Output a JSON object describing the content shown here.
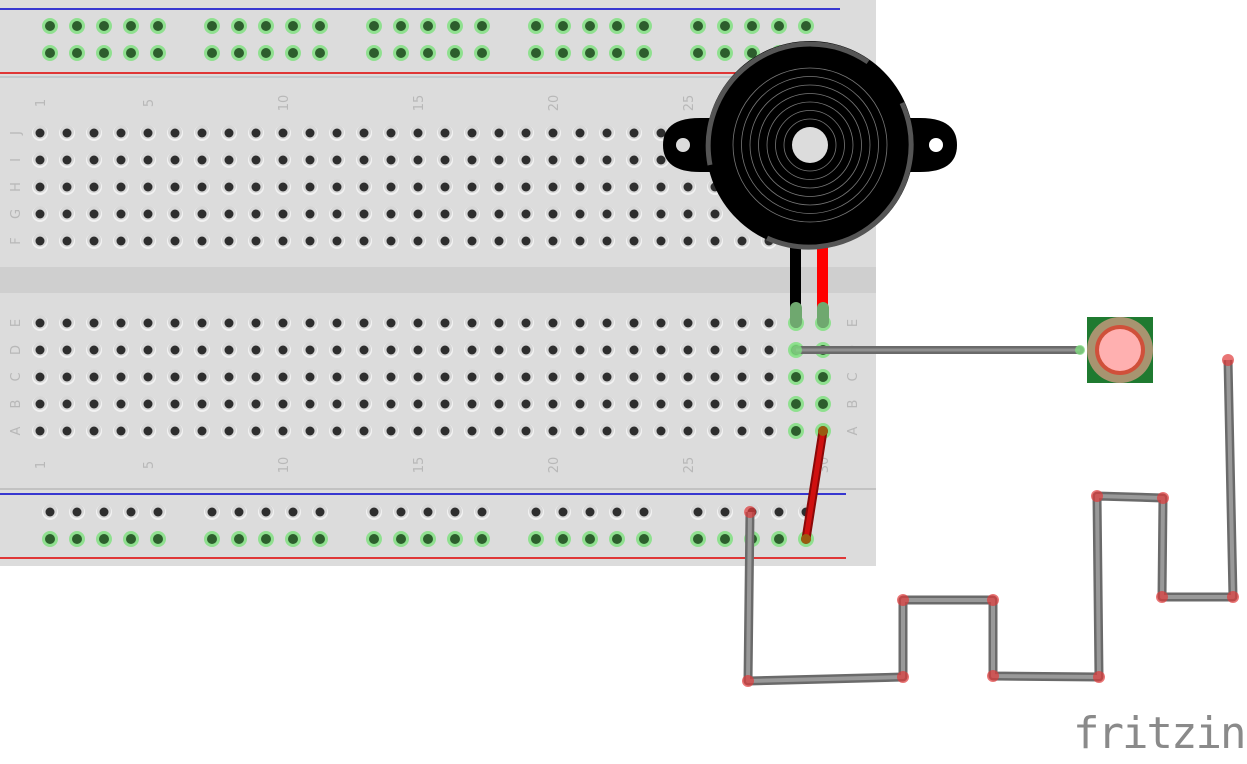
{
  "breadboard": {
    "column_labels": [
      "1",
      "5",
      "10",
      "15",
      "20",
      "25",
      "30"
    ],
    "top_row_letters": [
      "J",
      "I",
      "H",
      "G",
      "F"
    ],
    "bottom_row_letters": [
      "E",
      "D",
      "C",
      "B",
      "A"
    ],
    "colors": {
      "board": "#dcdcdc",
      "rail_positive": "#e00000",
      "rail_negative": "#0000cc",
      "hole": "#2e2e2e",
      "connected_hole": "#2d5e2d",
      "connected_glow": "#8fe08f"
    }
  },
  "components": {
    "buzzer": {
      "lead_colors": [
        "#000000",
        "#ff0000"
      ]
    },
    "sensor": {
      "pad_color": "#1f7a30",
      "ring_color": "#a89470",
      "face_color": "#ffb0b0"
    }
  },
  "wires": {
    "jumper_color": "#ce1010",
    "signal_color": "#808080",
    "endpoint_color": "#e03a3a"
  },
  "logo": {
    "text": "fritzing"
  }
}
